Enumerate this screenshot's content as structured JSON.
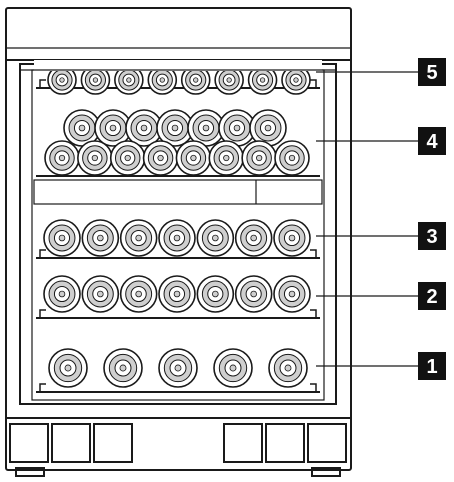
{
  "figure": {
    "subject": "wine-cooler-front-view",
    "shelf_labels": [
      {
        "id": "shelf-5",
        "text": "5"
      },
      {
        "id": "shelf-4",
        "text": "4"
      },
      {
        "id": "shelf-3",
        "text": "3"
      },
      {
        "id": "shelf-2",
        "text": "2"
      },
      {
        "id": "shelf-1",
        "text": "1"
      }
    ],
    "bottles_per_shelf": {
      "shelf-5": 8,
      "shelf-4-back": 7,
      "shelf-4-front": 8,
      "shelf-3": 7,
      "shelf-2": 7,
      "shelf-1": 5
    },
    "colors": {
      "line": "#1a1a1a",
      "callout_fill": "#111111",
      "callout_text": "#ffffff",
      "bottle_shade": "#cfcfcf"
    }
  }
}
